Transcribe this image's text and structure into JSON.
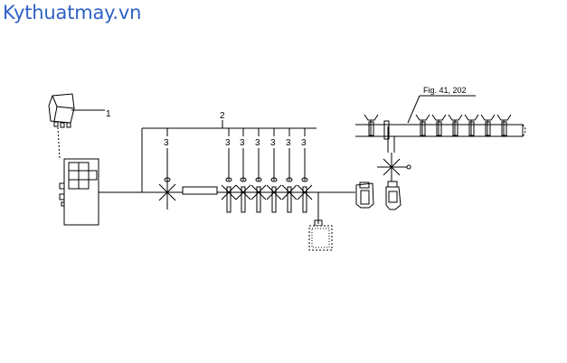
{
  "watermark": "Kythuatmay.vn",
  "callouts": {
    "unit": "1",
    "group": "2",
    "part": "3",
    "figure_ref": "Fig. 41, 202"
  }
}
